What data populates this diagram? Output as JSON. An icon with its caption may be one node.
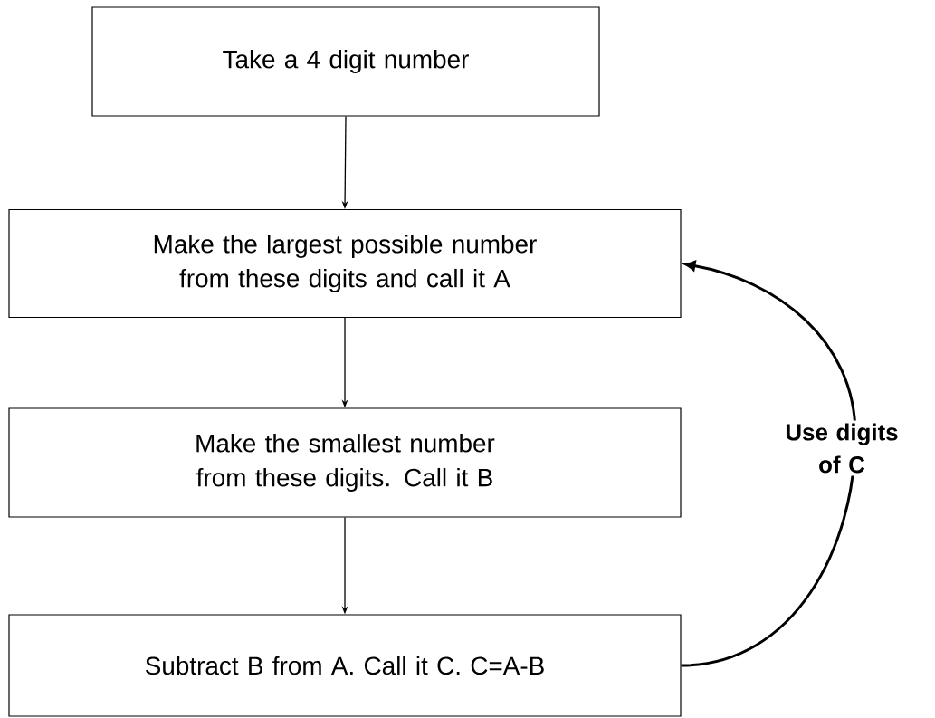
{
  "diagram": {
    "nodes": [
      {
        "text": [
          "Take a 4 digit number"
        ]
      },
      {
        "text": [
          "Make the largest possible number from these digits and call it A"
        ]
      },
      {
        "text": [
          "Make the smallest number from these digits. Call it B"
        ]
      },
      {
        "text": [
          "Subtract B from A. Call it C. C=A-B"
        ]
      }
    ],
    "edges": [
      {
        "from": 0,
        "to": 1,
        "arrow": "to"
      },
      {
        "from": 1,
        "to": 2,
        "arrow": "to"
      },
      {
        "from": 2,
        "to": 3,
        "arrow": "to"
      },
      {
        "from": 3,
        "to": 1,
        "arrow": "to",
        "style": "thick",
        "label": "Use digits of C"
      }
    ]
  }
}
